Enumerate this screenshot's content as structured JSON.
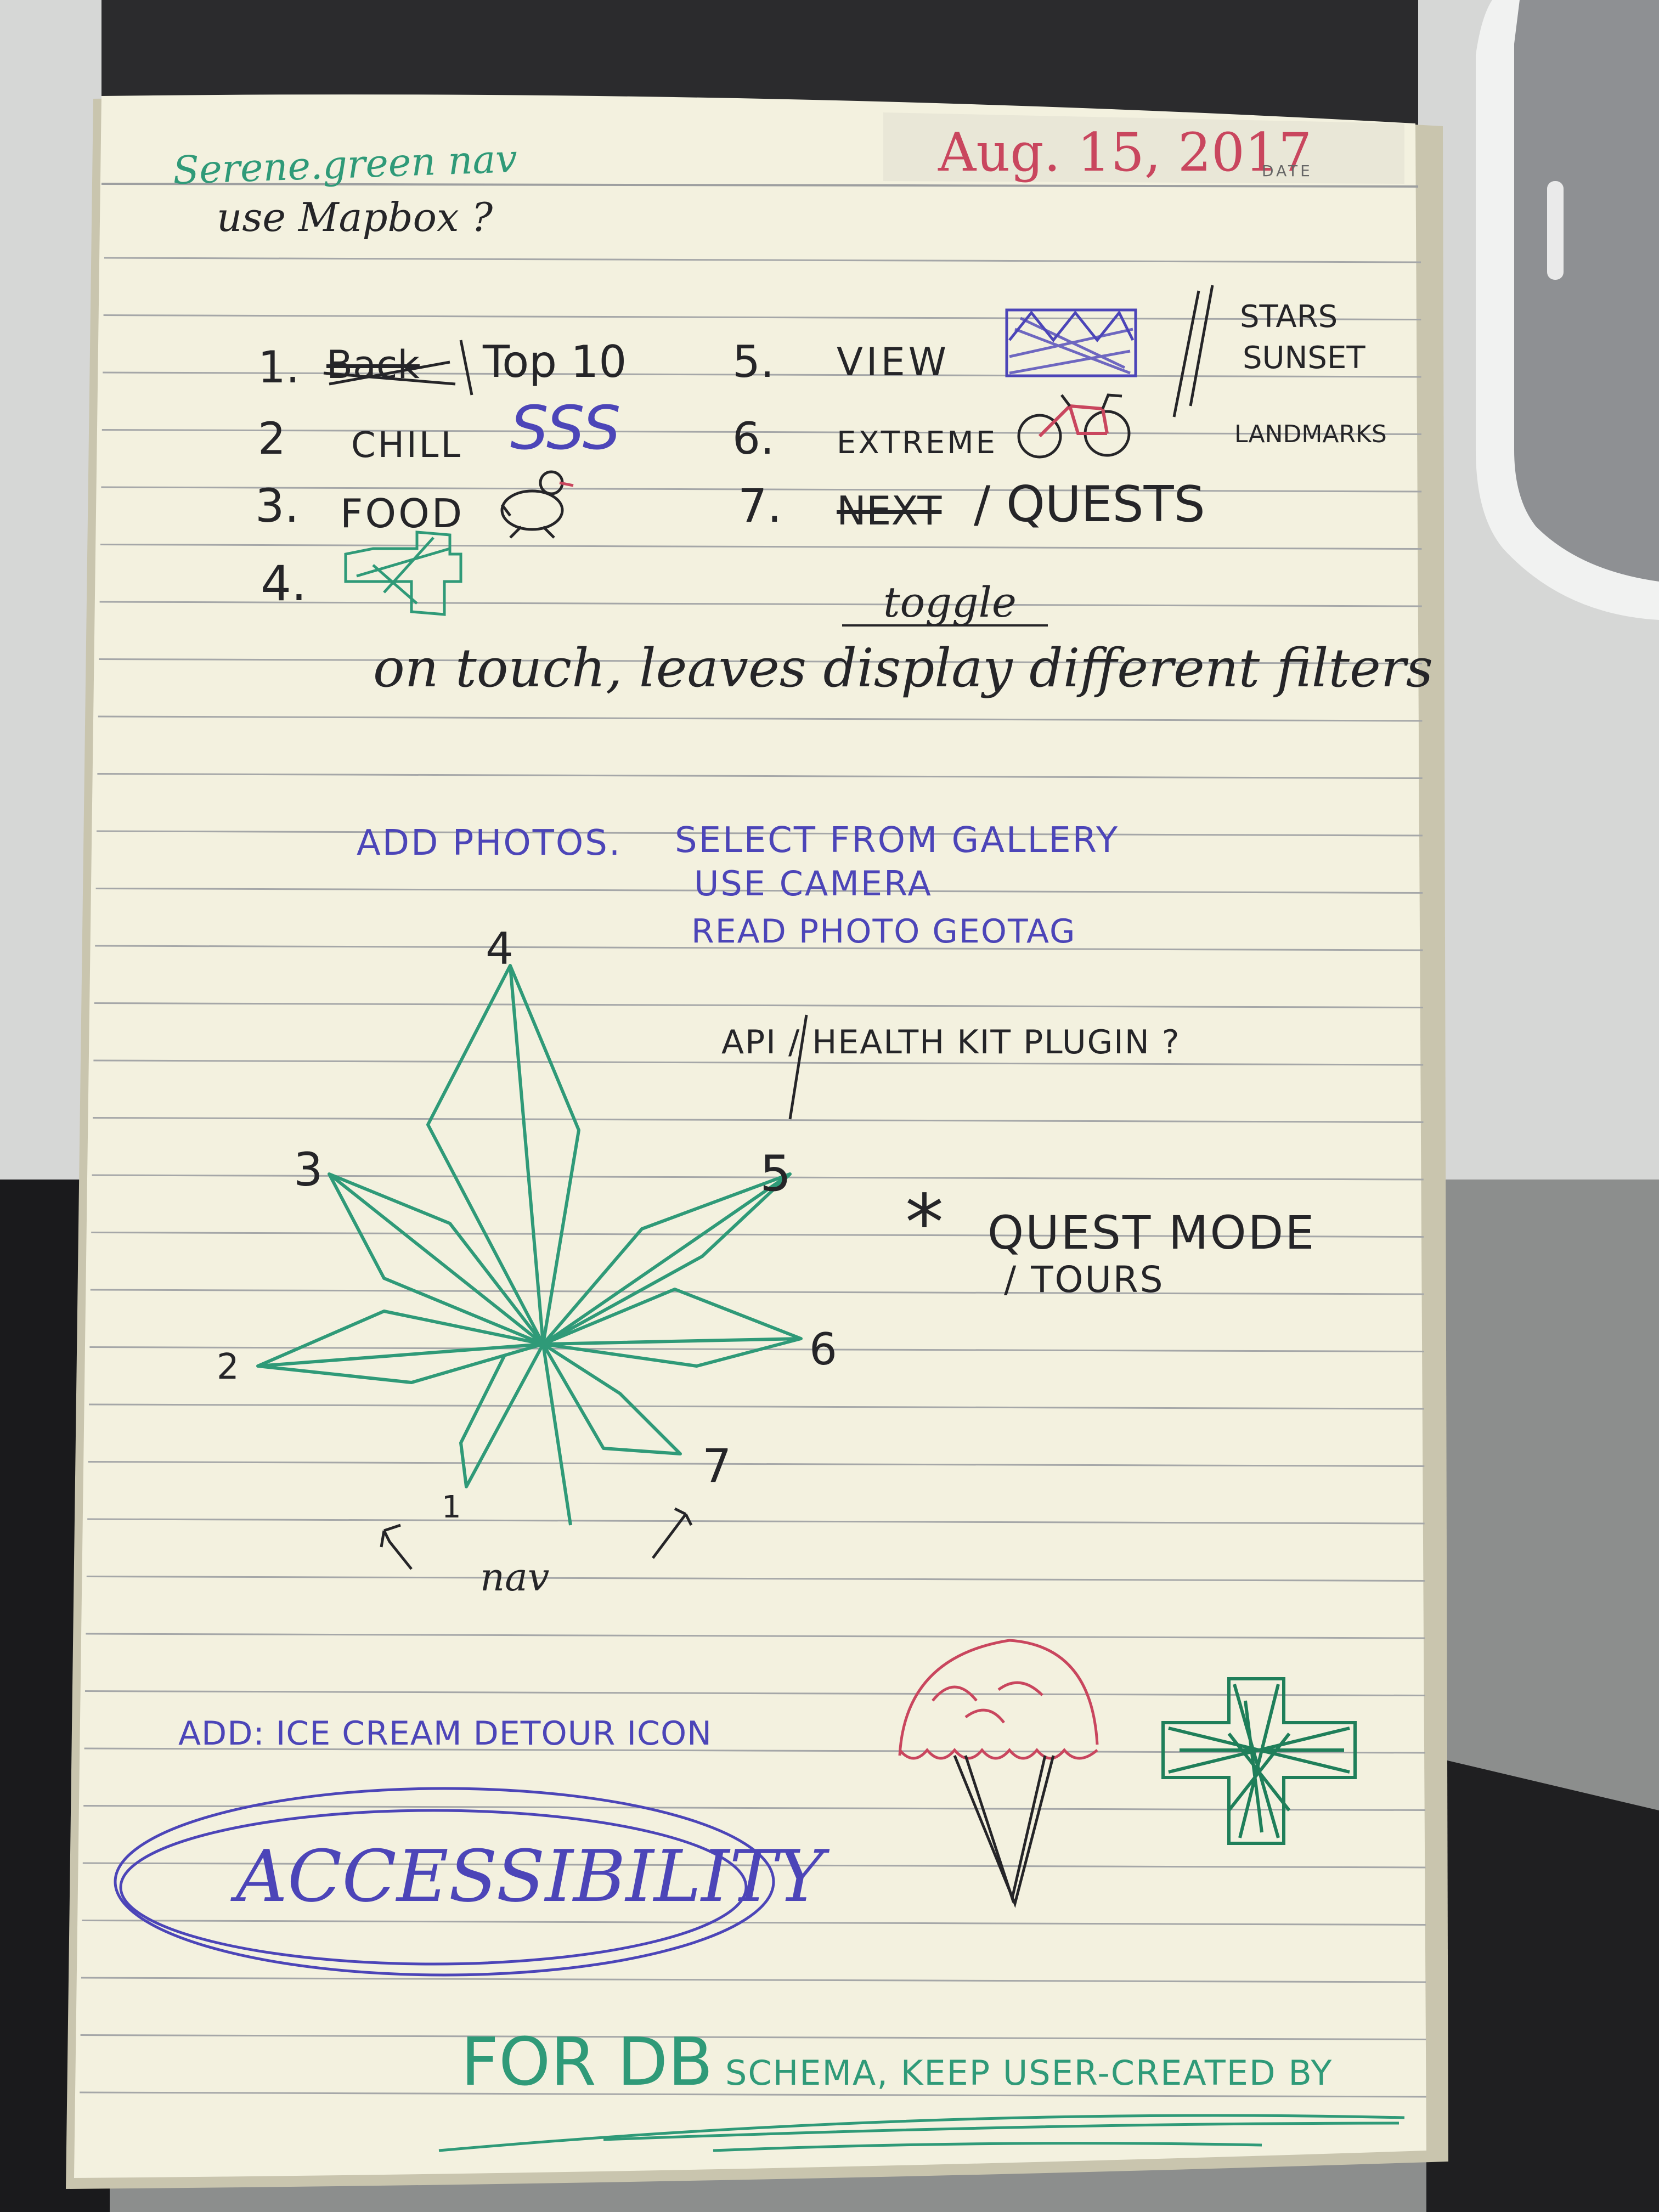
{
  "header": {
    "title": "Serene.green nav",
    "date": "Aug. 15, 2017",
    "date_label": "DATE",
    "subtitle": "use Mapbox ?"
  },
  "nav_list": [
    {
      "num": "1.",
      "struck": "Back",
      "label": "Top 10"
    },
    {
      "num": "2",
      "label": "CHILL",
      "doodle": "SSS"
    },
    {
      "num": "3.",
      "label": "FOOD"
    },
    {
      "num": "4.",
      "label": ""
    },
    {
      "num": "5.",
      "label": "VIEW"
    },
    {
      "num": "6.",
      "label": "EXTREME"
    },
    {
      "num": "7.",
      "struck": "NEXT",
      "label": "QUESTS"
    }
  ],
  "view_notes": [
    "STARS",
    "SUNSET",
    "LANDMARKS"
  ],
  "touch_note": {
    "insert": "toggle",
    "text_before": "on touch, leaves",
    "struck": "display",
    "text_after": "different filters"
  },
  "photos": {
    "label": "ADD PHOTOS.",
    "options": [
      "SELECT FROM GALLERY",
      "USE CAMERA",
      "READ PHOTO GEOTAG"
    ]
  },
  "api_note": "API / HEALTH KIT PLUGIN ?",
  "leaf_labels": [
    "1",
    "2",
    "3",
    "4",
    "5",
    "6",
    "7"
  ],
  "nav_caption": "nav",
  "quest_note": {
    "marker": "*",
    "line1": "QUEST MODE",
    "line2": "/ TOURS"
  },
  "add_note": "ADD: ICE CREAM DETOUR ICON",
  "accessibility": "ACCESSIBILITY",
  "db_note": {
    "big": "FOR DB",
    "rest": "SCHEMA, KEEP USER-CREATED BY"
  },
  "colors": {
    "paper": "#f3f1df",
    "rule": "#9fa3a6",
    "green_ink": "#2f9a78",
    "red_ink": "#c9465e",
    "blue_ink": "#4c45b8",
    "black_ink": "#252528"
  }
}
